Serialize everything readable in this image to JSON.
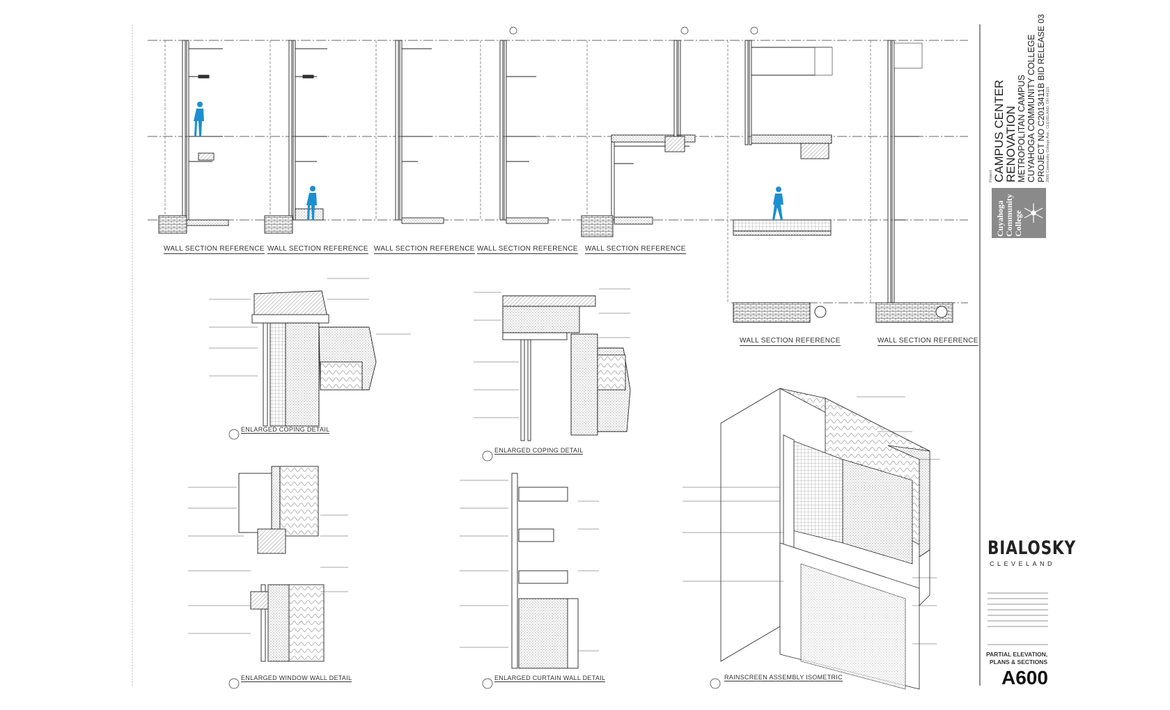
{
  "project": {
    "label": "Project:",
    "name_line1": "CAMPUS CENTER",
    "name_line2": "RENOVATION",
    "campus": "METROPOLITAN CAMPUS",
    "college": "CUYAHOGA COMMUNITY COLLEGE",
    "project_no": "PROJECT NO C2013411B BID RELEASE 03",
    "address": "2900 Community College Ave., CLEVELAND, OH 44115"
  },
  "client_logo": {
    "line1": "Cuyahoga",
    "line2": "Community",
    "line3": "College"
  },
  "architect": {
    "name": "BIALOSKY",
    "city": "CLEVELAND"
  },
  "sheet": {
    "name_line1": "PARTIAL ELEVATION,",
    "name_line2": "PLANS & SECTIONS",
    "number": "A600"
  },
  "wall_sections": [
    {
      "title": "WALL SECTION REFERENCE"
    },
    {
      "title": "WALL SECTION REFERENCE"
    },
    {
      "title": "WALL SECTION REFERENCE"
    },
    {
      "title": "WALL SECTION REFERENCE"
    },
    {
      "title": "WALL SECTION REFERENCE"
    },
    {
      "title": "WALL SECTION REFERENCE"
    },
    {
      "title": "WALL SECTION REFERENCE"
    }
  ],
  "details": [
    {
      "title": "ENLARGED COPING DETAIL"
    },
    {
      "title": "ENLARGED COPING DETAIL"
    },
    {
      "title": "ENLARGED WINDOW WALL DETAIL"
    },
    {
      "title": "ENLARGED CURTAIN WALL DETAIL"
    },
    {
      "title": "RAINSCREEN ASSEMBLY ISOMETRIC"
    }
  ],
  "colors": {
    "line": "#222222",
    "figure": "#1c8fd0",
    "logo_bg": "#8a8a8a"
  }
}
